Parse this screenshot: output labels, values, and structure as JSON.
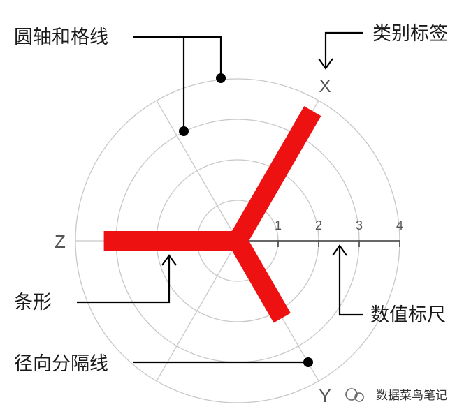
{
  "colors": {
    "bar": "#ee1111",
    "ring": "#c8c8c8",
    "axis": "#555555",
    "callout": "#000000"
  },
  "annotations": {
    "circle_axis_gridlines": "圆轴和格线",
    "category_label": "类别标签",
    "bar": "条形",
    "value_scale": "数值标尺",
    "radial_separator": "径向分隔线"
  },
  "categories": {
    "x": "X",
    "y": "Y",
    "z": "Z"
  },
  "value_ticks": [
    "1",
    "2",
    "3",
    "4"
  ],
  "watermark": "数据菜鸟笔记",
  "chart_data": {
    "type": "bar",
    "categories": [
      "X",
      "Y",
      "Z"
    ],
    "values": [
      3.7,
      2.2,
      3.3
    ],
    "ylim": [
      0,
      4
    ]
  }
}
